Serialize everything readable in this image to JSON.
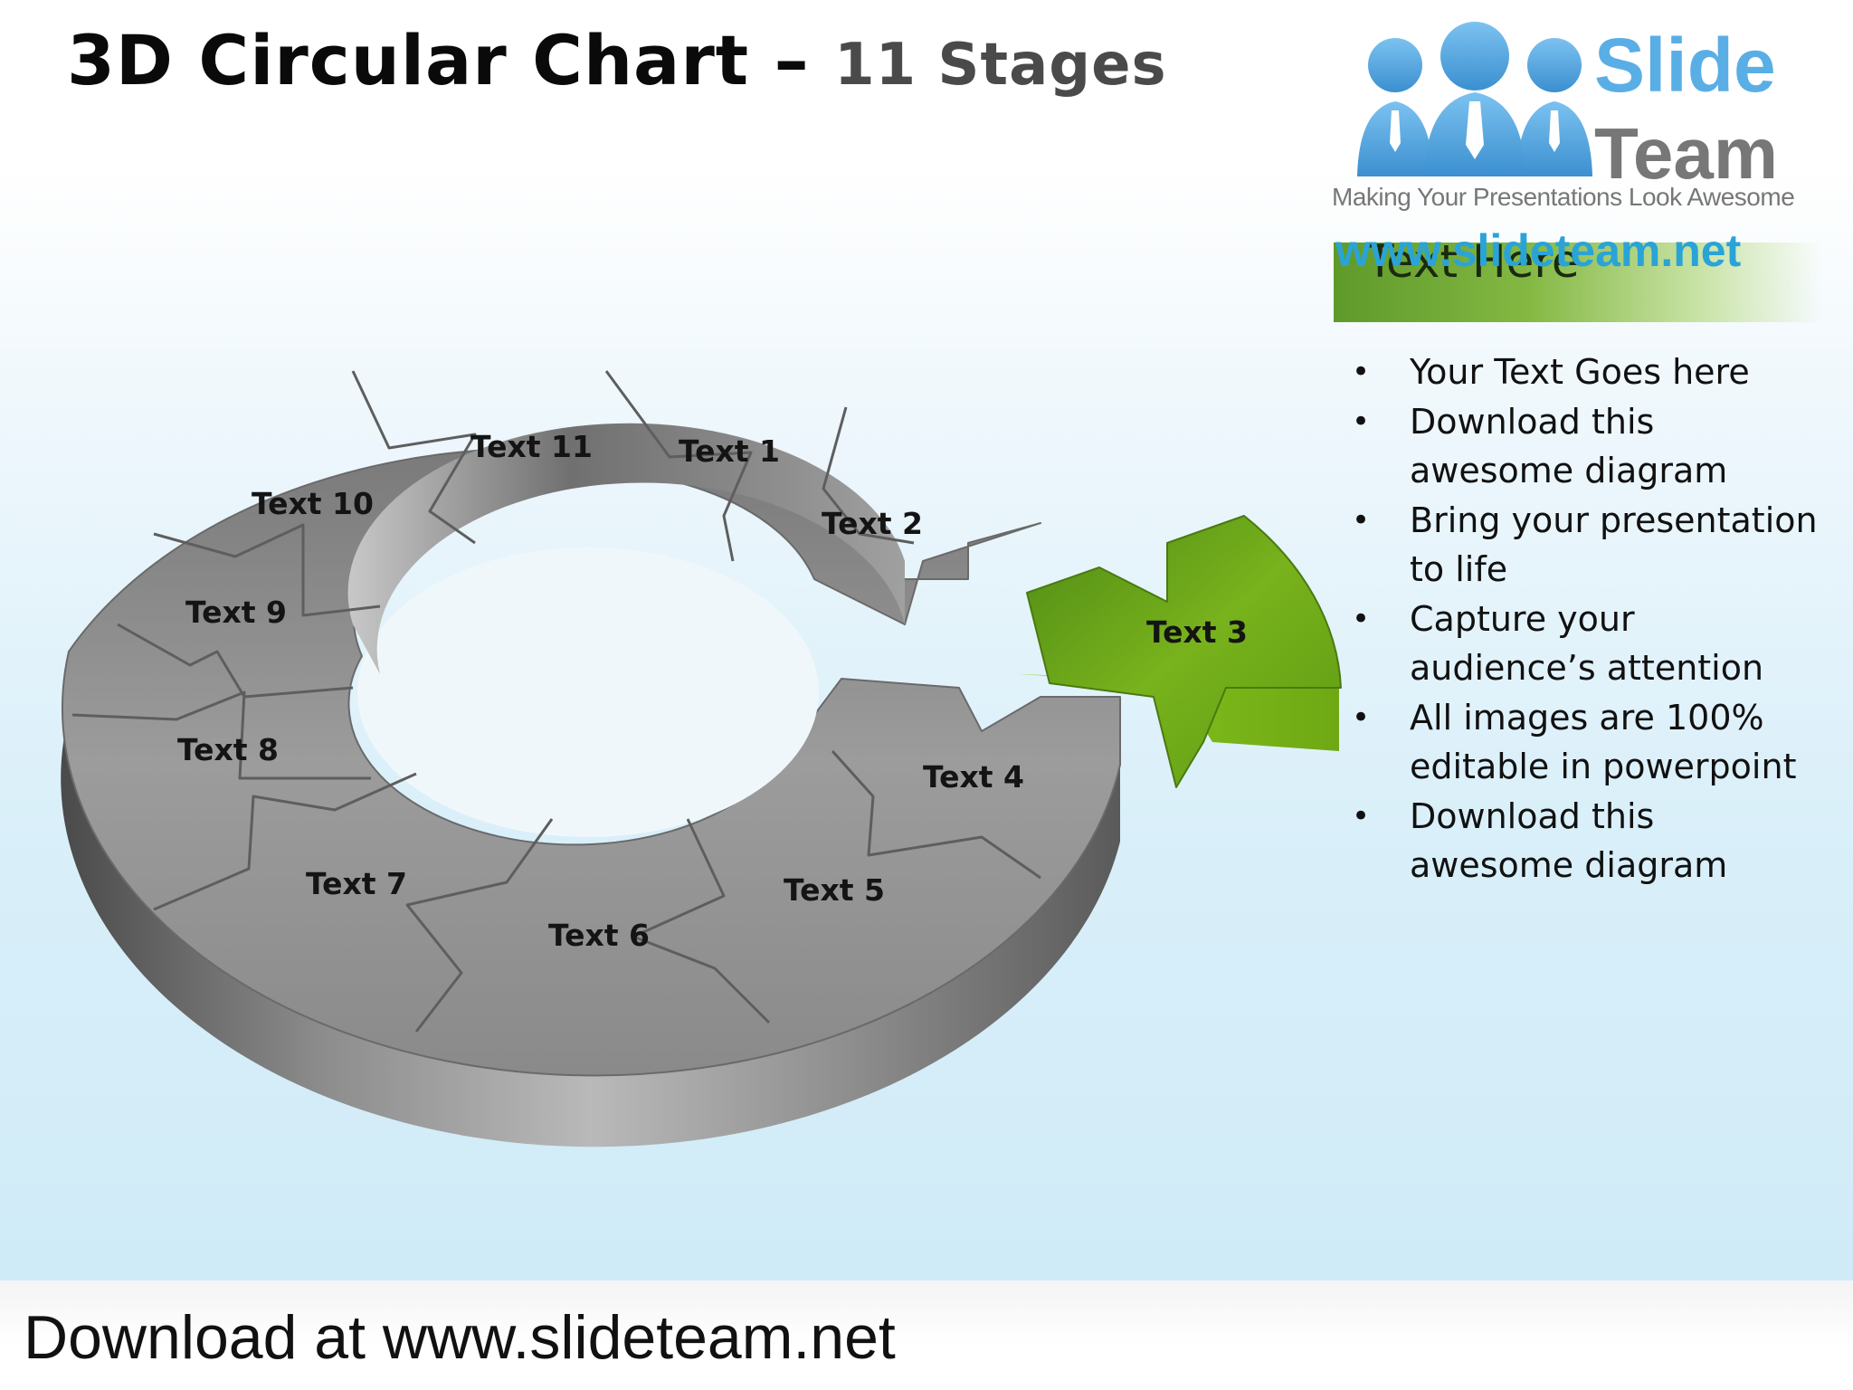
{
  "slide": {
    "title": "3D Circular Chart –",
    "title_sub": "11 Stages"
  },
  "logo": {
    "word1": "Slide",
    "word2": "Team",
    "tagline": "Making Your Presentations Look Awesome",
    "url": "www.slideteam.net"
  },
  "panel": {
    "header": "Text Here",
    "bullets": [
      "Your Text Goes here",
      "Download this awesome diagram",
      "Bring your presentation to life",
      "Capture your audience’s attention",
      "All images are 100% editable in powerpoint",
      "Download this awesome diagram"
    ]
  },
  "diagram": {
    "stages": [
      "Text 1",
      "Text 2",
      "Text 3",
      "Text 4",
      "Text 5",
      "Text 6",
      "Text 7",
      "Text 8",
      "Text 9",
      "Text 10",
      "Text 11"
    ],
    "highlighted_stage": "Text 3",
    "colors": {
      "segment": "#8a8a8a",
      "highlight": "#7db51e"
    }
  },
  "footer": {
    "text": "Download at www.slideteam.net"
  }
}
